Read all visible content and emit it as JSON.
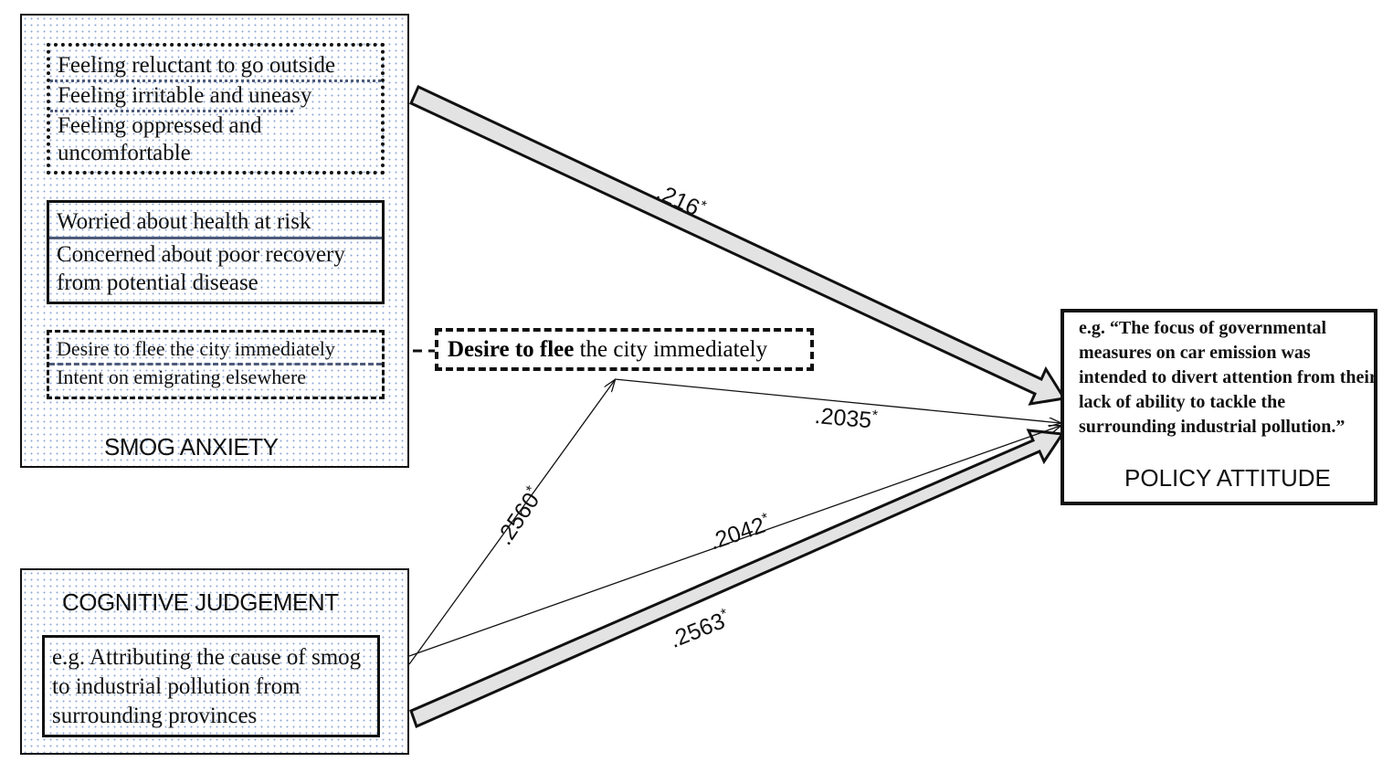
{
  "smog_anxiety": {
    "title": "SMOG ANXIETY",
    "group1": [
      "Feeling reluctant to go outside",
      "Feeling irritable and uneasy",
      "Feeling oppressed and uncomfortable"
    ],
    "group2": [
      "Worried about health at risk",
      "Concerned about poor recovery from potential disease"
    ],
    "group3": [
      "Desire to flee the city immediately",
      "Intent on emigrating elsewhere"
    ]
  },
  "mediator": {
    "bold": "Desire to flee",
    "rest": " the city immediately"
  },
  "cognitive_judgement": {
    "title": "COGNITIVE JUDGEMENT",
    "example": "e.g. Attributing the cause of smog to industrial pollution from surrounding provinces"
  },
  "policy_attitude": {
    "example": "e.g. “The focus of governmental measures on car emission was intended to divert attention from their lack of ability to tackle the surrounding industrial pollution.”",
    "title": "POLICY ATTITUDE"
  },
  "paths": {
    "anxiety_to_policy": {
      "value": ".216",
      "mark": "*"
    },
    "flee_to_policy": {
      "value": ".2035",
      "mark": "*"
    },
    "cognitive_to_flee": {
      "value": ".2560",
      "mark": "*"
    },
    "cognitive_to_policy_indirect": {
      "value": ".2042",
      "mark": "*"
    },
    "cognitive_to_policy": {
      "value": ".2563",
      "mark": "*"
    }
  },
  "colors": {
    "arrow_fill": "#e3e3e3",
    "stroke": "#111111",
    "dot_pattern": "#8faad6",
    "separator": "#4d5b7a"
  }
}
